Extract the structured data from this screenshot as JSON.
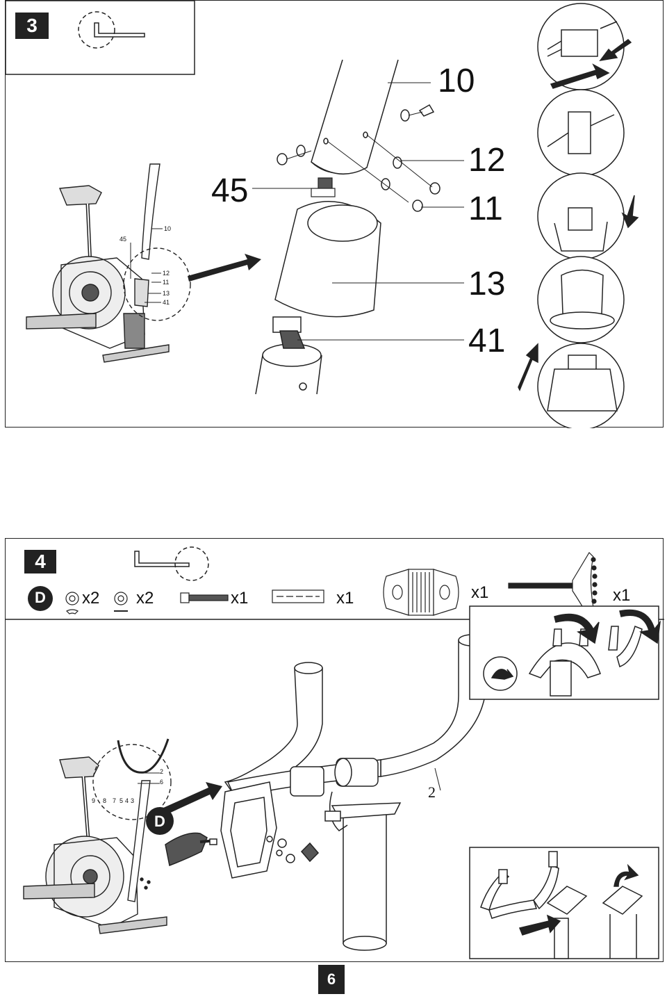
{
  "step3": {
    "number": "3",
    "callouts": {
      "c45": "45",
      "c10": "10",
      "c12": "12",
      "c11": "11",
      "c13": "13",
      "c41": "41"
    },
    "mini_callouts": {
      "m45": "45",
      "m10": "10",
      "m12": "12",
      "m11": "11",
      "m13": "13",
      "m41": "41"
    },
    "tool_icon": "allen-key-icon"
  },
  "step4": {
    "number": "4",
    "hardware_pack": "D",
    "parts": [
      {
        "icon": "spring-washer-icon",
        "qty": "x2"
      },
      {
        "icon": "flat-washer-icon",
        "qty": "x2"
      },
      {
        "icon": "bolt-icon",
        "qty": "x1"
      },
      {
        "icon": "spacer-icon",
        "qty": "x1"
      },
      {
        "icon": "bracket-icon",
        "qty": "x1"
      },
      {
        "icon": "knob-bolt-icon",
        "qty": "x1"
      }
    ],
    "callouts": {
      "c2": "2"
    },
    "mini_callouts": {
      "m2": "2",
      "m6": "6",
      "m9": "9",
      "m8": "8",
      "m7": "7",
      "m5": "5",
      "m4": "4",
      "m3": "3"
    },
    "d_label": "D"
  },
  "page_number": "6"
}
